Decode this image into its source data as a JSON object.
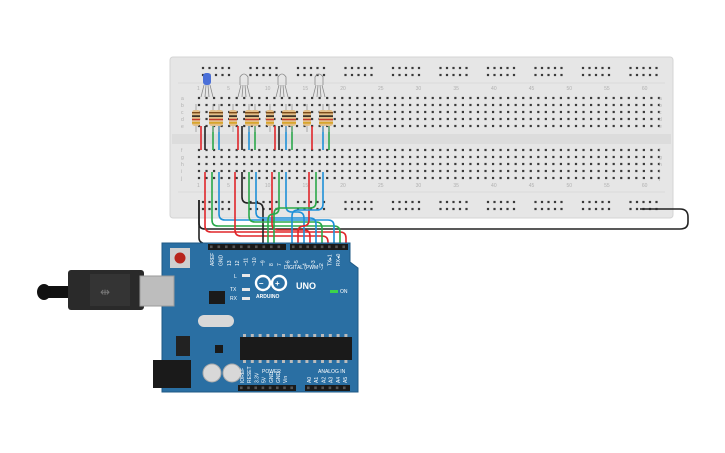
{
  "breadboard": {
    "row_letters_top": [
      "a",
      "b",
      "c",
      "d",
      "e"
    ],
    "row_letters_bottom": [
      "f",
      "g",
      "h",
      "i",
      "j"
    ],
    "column_numbers": [
      "1",
      "5",
      "10",
      "15",
      "20",
      "25",
      "30",
      "35",
      "40",
      "45",
      "50",
      "55",
      "60"
    ]
  },
  "arduino": {
    "logo_text": "ARDUINO",
    "model_text": "UNO",
    "digital_label": "DIGITAL (PWM~)",
    "power_label": "POWER",
    "analog_label": "ANALOG IN",
    "on_label": "ON",
    "led_labels": [
      "L",
      "TX",
      "RX"
    ],
    "digital_pins": [
      "AREF",
      "GND",
      "13",
      "12",
      "~11",
      "~10",
      "~9",
      "8",
      "7",
      "~6",
      "~5",
      "4",
      "~3",
      "2",
      "TX▸1",
      "RX◂0"
    ],
    "power_pins": [
      "IOREF",
      "RESET",
      "3.3V",
      "5V",
      "GND",
      "GND",
      "Vin"
    ],
    "analog_pins": [
      "A0",
      "A1",
      "A2",
      "A3",
      "A4",
      "A5"
    ]
  },
  "colors": {
    "board_blue": "#2a6fa3",
    "breadboard": "#e6e6e6",
    "wire_red": "#e0262a",
    "wire_green": "#2aa84a",
    "wire_blue": "#1e90d8",
    "wire_black": "#222222",
    "led_blue": "#4a6fd8"
  },
  "components": {
    "rgb_leds": 4,
    "resistors_per_led": 3
  }
}
